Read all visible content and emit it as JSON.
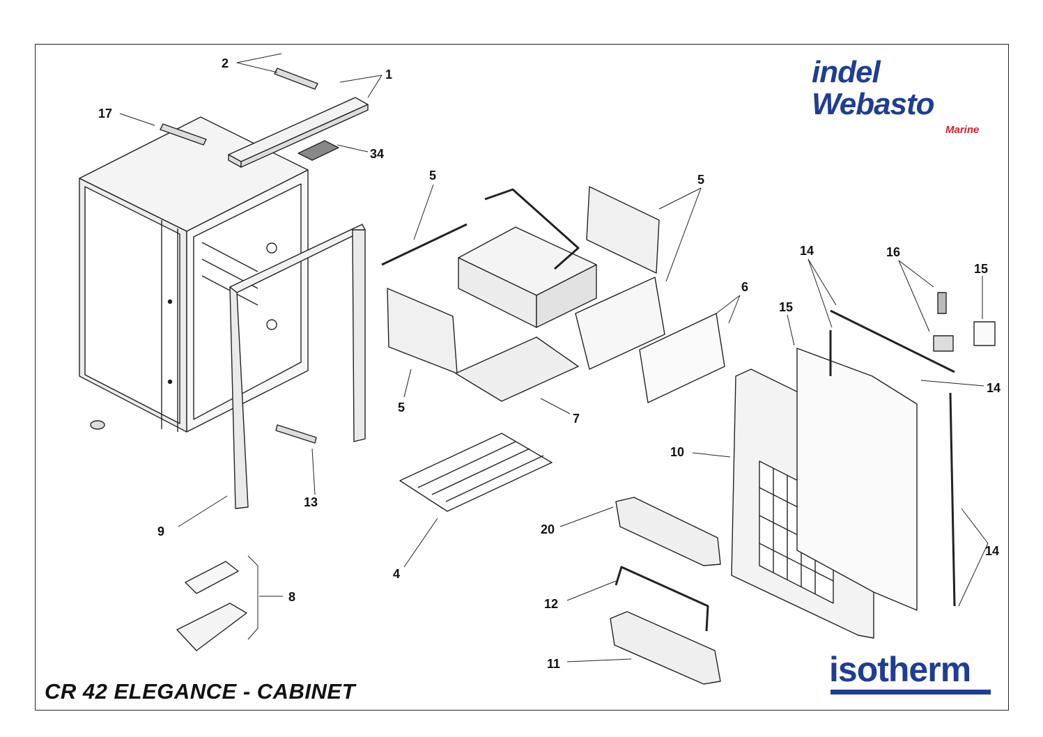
{
  "title": "CR 42 ELEGANCE - CABINET",
  "logos": {
    "indel_webasto": {
      "line1": "indel",
      "line2": "Webasto",
      "line3": "Marine"
    },
    "isotherm": "isotherm"
  },
  "colors": {
    "brand_blue": "#1f3e93",
    "brand_red": "#d71f2b",
    "line": "#222222"
  },
  "callouts": [
    "1",
    "2",
    "17",
    "34",
    "5",
    "5",
    "5",
    "5",
    "14",
    "16",
    "15",
    "15",
    "6",
    "14",
    "7",
    "10",
    "14",
    "9",
    "13",
    "4",
    "20",
    "12",
    "8",
    "11"
  ]
}
